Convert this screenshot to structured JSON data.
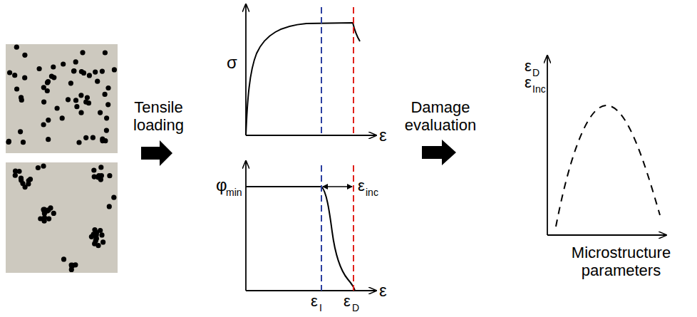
{
  "diagram": {
    "labels": [
      "Tensile loading",
      "σ",
      "ε",
      "φ",
      "min",
      "ε",
      "inc",
      "ε",
      "ε",
      "I",
      "ε",
      "D",
      "Damage evaluation",
      "ε",
      "D",
      "ε",
      "Inc",
      "Microstructure parameters"
    ]
  }
}
